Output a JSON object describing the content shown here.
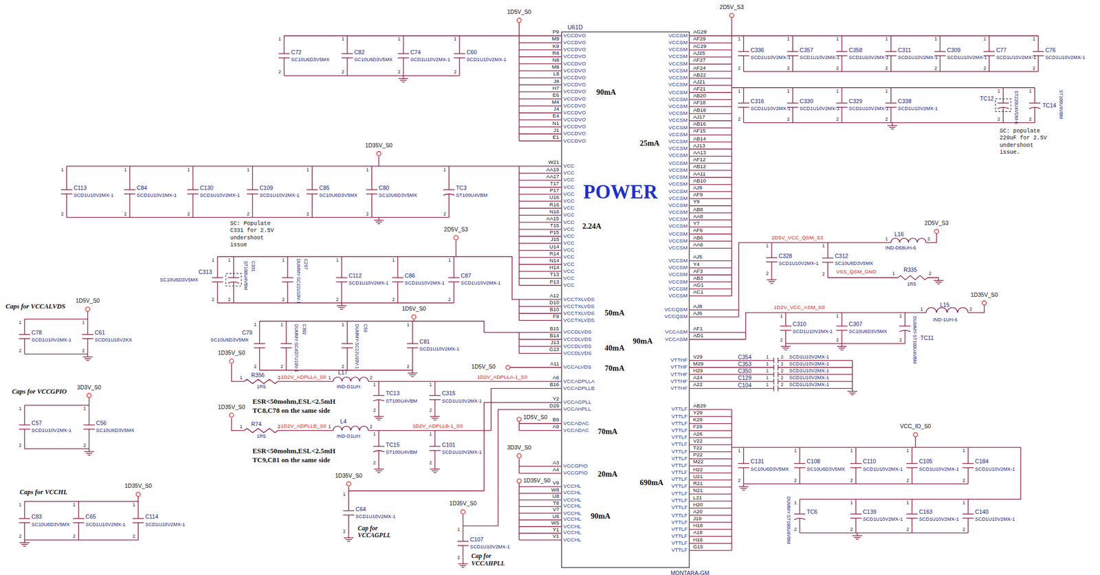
{
  "diagram": {
    "nodes": [
      {
        "text": [
          "U61D",
          "POWER",
          "MONTARA-GM"
        ]
      }
    ],
    "labels": [
      "1D5V_S0",
      "P9",
      "VCCDVO",
      "M9",
      "VCCDVO",
      "K9",
      "VCCDVO",
      "R8",
      "VCCDVO",
      "N8",
      "VCCDVO",
      "M8",
      "VCCDVO",
      "L8",
      "VCCDVO",
      "J8",
      "VCCDVO",
      "H7",
      "VCCDVO",
      "E6",
      "VCCDVO",
      "M4",
      "VCCDVO",
      "J4",
      "VCCDVO",
      "E4",
      "VCCDVO",
      "N1",
      "VCCDVO",
      "J1",
      "VCCDVO",
      "E1",
      "VCCDVO",
      "C72",
      "SC10U6D3V5MX",
      "1",
      "2",
      "C82",
      "SC10U6D3V5MX",
      "1",
      "2",
      "C74",
      "SCD1U10V2MX-1",
      "1",
      "2",
      "C60",
      "SCD1U10V2MX-1",
      "1",
      "2",
      "90mA",
      "1D35V_S0",
      "W21",
      "VCC",
      "AA19",
      "VCC",
      "AA17",
      "VCC",
      "T17",
      "VCC",
      "P17",
      "VCC",
      "U16",
      "VCC",
      "R16",
      "VCC",
      "N16",
      "VCC",
      "AA15",
      "VCC",
      "T15",
      "VCC",
      "P15",
      "VCC",
      "J15",
      "VCC",
      "U14",
      "VCC",
      "R14",
      "VCC",
      "N14",
      "VCC",
      "H14",
      "VCC",
      "T13",
      "VCC",
      "P13",
      "VCC",
      "C113",
      "SCD1U10V2MX-1",
      "1",
      "2",
      "C84",
      "SCD1U10V2MX-1",
      "1",
      "2",
      "C130",
      "SCD1U10V2MX-1",
      "1",
      "2",
      "C109",
      "SCD1U10V2MX-1",
      "1",
      "2",
      "C85",
      "SC10U6D3V5MX",
      "1",
      "2",
      "C80",
      "SC10U6D3V5MX",
      "1",
      "2",
      "TC3",
      "ST100U4VBM",
      "1",
      "2",
      "2.24A",
      "SC: Populate C331 for 2.5V undershoot issue",
      "2D5V_S3",
      "A12",
      "VCCTXLVDS",
      "D10",
      "VCCTXLVDS",
      "B10",
      "VCCTXLVDS",
      "F9",
      "VCCTXLVDS",
      "C313",
      "SC10U6D3V5MX",
      "1",
      "2",
      "C331",
      "ST100U4VBM",
      "1",
      "2",
      "C297",
      "DUMMY-SC22U10V-1",
      "1",
      "2",
      "C112",
      "SCD1U10V2MX-1",
      "1",
      "2",
      "C86",
      "SCD1U10V2MX-1",
      "1",
      "2",
      "C87",
      "SCD1U10V2MX-1",
      "1",
      "2",
      "50mA",
      "1D5V_S0",
      "B15",
      "VCCDLVDS",
      "B14",
      "VCCDLVDS",
      "J13",
      "VCCDLVDS",
      "G13",
      "VCCDLVDS",
      "C79",
      "SC10U6D3V5MX",
      "1",
      "2",
      "C302",
      "DUMMY-SC4D7U10V-1",
      "1",
      "2",
      "C59",
      "DUMMY-SC22U10V-1",
      "1",
      "2",
      "C81",
      "SCD1U10V2MX-1",
      "1",
      "2",
      "40mA",
      "1D5V_S0",
      "A11",
      "VCCALVDS",
      "70mA",
      "1D35V_S0",
      "R356",
      "1R5",
      "1",
      "2",
      "1D2V_ADPLLA_S0",
      "L17",
      "IND-D1UH",
      "1",
      "2",
      "1D2V_ADPLLA-1_S0",
      "A6",
      "VCCADPLLA",
      "B16",
      "VCCADPLLB",
      "TC13",
      "ST100U4VBM",
      "1",
      "2",
      "C315",
      "SCD1U10V2MX-1",
      "1",
      "2",
      "ESR<50mohm,ESL<2.5mH",
      "TC8,C78 on the same side",
      "1D35V_S0",
      "R74",
      "1R5",
      "1",
      "2",
      "1D2V_ADPLLB_S0",
      "L4",
      "IND-D1UH",
      "1",
      "2",
      "1D2V_ADPLLB-1_S0",
      "TC15",
      "ST100U4VBM",
      "1",
      "2",
      "C101",
      "SCD1U10V2MX-1",
      "1",
      "2",
      "ESR<50mohm,ESL<2.5mH",
      "TC9,C81 on the same side",
      "Y2",
      "VCCAGPLL",
      "D29",
      "VCCAHPLL",
      "1D35V_S0",
      "C64",
      "SCD1U10V2MX-1",
      "1",
      "2",
      "Cap for VCCAGPLL",
      "1D35V_S0",
      "C107",
      "SCD1U10V2MX-1",
      "1",
      "2",
      "Cap for VCCAHPLL",
      "1D5V_S0",
      "B9",
      "VCCADAC",
      "A9",
      "VCCADAC",
      "70mA",
      "3D3V_S0",
      "A3",
      "VCCGPIO",
      "A4",
      "VCCGPIO",
      "20mA",
      "1D35V_S0",
      "V9",
      "VCCHL",
      "W8",
      "VCCHL",
      "U8",
      "VCCHL",
      "T8",
      "VCCHL",
      "V7",
      "VCCHL",
      "U6",
      "VCCHL",
      "W5",
      "VCCHL",
      "Y1",
      "VCCHL",
      "V1",
      "VCCHL",
      "90mA",
      "Caps for VCCALVDS",
      "1D5V_S0",
      "C78",
      "SCD1U10V2MX-1",
      "1",
      "2",
      "C61",
      "SCD01U16V2KX",
      "1",
      "2",
      "Caps for VCCGPIO",
      "3D3V_S0",
      "C57",
      "SCD1U10V2MX-1",
      "1",
      "2",
      "C56",
      "SC10U6D3V5MX",
      "1",
      "2",
      "Caps for VCCHL",
      "1D35V_S0",
      "C83",
      "SC10U6D3V5MX",
      "1",
      "2",
      "C65",
      "SCD1U10V2MX-1",
      "1",
      "2",
      "C114",
      "SCD1U10V2MX-1",
      "1",
      "2",
      "2D5V_S3",
      "AG29",
      "VCCSM",
      "AF29",
      "VCCSM",
      "AC29",
      "VCCSM",
      "AJ25",
      "VCCSM",
      "AF27",
      "VCCSM",
      "AF24",
      "VCCSM",
      "AB22",
      "VCCSM",
      "AJ21",
      "VCCSM",
      "AF21",
      "VCCSM",
      "AB20",
      "VCCSM",
      "AF18",
      "VCCSM",
      "AB18",
      "VCCSM",
      "AJ17",
      "VCCSM",
      "AB16",
      "VCCSM",
      "AF15",
      "VCCSM",
      "AB14",
      "VCCSM",
      "AJ13",
      "VCCSM",
      "AA13",
      "VCCSM",
      "AF12",
      "VCCSM",
      "AB12",
      "VCCSM",
      "AA11",
      "VCCSM",
      "AB10",
      "VCCSM",
      "AJ9",
      "VCCSM",
      "AF9",
      "VCCSM",
      "Y9",
      "VCCSM",
      "AB8",
      "VCCSM",
      "AA8",
      "VCCSM",
      "Y7",
      "VCCSM",
      "AF6",
      "VCCSM",
      "AB6",
      "VCCSM",
      "AA6",
      "VCCSM",
      "AJ5",
      "VCCSM",
      "Y4",
      "VCCSM",
      "AF3",
      "VCCSM",
      "AB3",
      "VCCSM",
      "AG1",
      "VCCSM",
      "AC1",
      "VCCSM",
      "C336",
      "SCD1U10V2MX-1",
      "1",
      "2",
      "C357",
      "SCD1U10V2MX-1",
      "1",
      "2",
      "C358",
      "SCD1U10V2MX-1",
      "1",
      "2",
      "C311",
      "SCD1U10V2MX-1",
      "1",
      "2",
      "C309",
      "SCD1U10V2MX-1",
      "1",
      "2",
      "C77",
      "SCD1U10V2MX-1",
      "1",
      "2",
      "C76",
      "SCD1U10V2MX-1",
      "1",
      "2",
      "C316",
      "SCD1U10V2MX-1",
      "1",
      "2",
      "C330",
      "SCD1U10V2MX-1",
      "1",
      "2",
      "C329",
      "SCD1U10V2MX-1",
      "1",
      "2",
      "C338",
      "SCD1U10V2MX-1",
      "1",
      "2",
      "TC12",
      "ST220U4VDM-6",
      "1",
      "2",
      "TC14",
      "ST100U4VBM",
      "1",
      "2",
      "SC: populate 220uF for 2.5V undershoot issue.",
      "25mA",
      "AJ8",
      "VCCQSM",
      "AJ6",
      "VCCQSM",
      "2D5V_VCC_QSM_S3",
      "L16",
      "IND-D68UH-6",
      "1",
      "2",
      "2D5V_S3",
      "C328",
      "SCD1U10V2MX-1",
      "1",
      "2",
      "C312",
      "SC10U6D3V5MX",
      "1",
      "2",
      "VSS_QSM_GND",
      "R335",
      "1R5",
      "1",
      "2",
      "90mA",
      "AF1",
      "VCCASM",
      "AD1",
      "VCCASM",
      "1D2V_VCC_ASM_S0",
      "L15",
      "IND-1UH-6",
      "1",
      "2",
      "1D35V_S0",
      "C310",
      "SCD1U10V2MX-1",
      "1",
      "2",
      "C307",
      "SC10U6D3V5MX",
      "1",
      "2",
      "TC11",
      "DUMMY-ST100U4VBM",
      "1",
      "2",
      "V29",
      "VTTHF",
      "M29",
      "VTTHF",
      "H29",
      "VTTHF",
      "A24",
      "VTTHF",
      "A22",
      "VTTHF",
      "C354",
      "SCD1U10V2MX-1",
      "1",
      "2",
      "C353",
      "SCD1U10V2MX-1",
      "1",
      "2",
      "C350",
      "SCD1U10V2MX-1",
      "1",
      "2",
      "C129",
      "SCD1U10V2MX-1",
      "1",
      "2",
      "C104",
      "SCD1U10V2MX-1",
      "1",
      "2",
      "690mA",
      "AB29",
      "VTTLF",
      "Y29",
      "VTTLF",
      "K29",
      "VTTLF",
      "F29",
      "VTTLF",
      "A26",
      "VTTLF",
      "V22",
      "VTTLF",
      "T22",
      "VTTLF",
      "P22",
      "VTTLF",
      "M22",
      "VTTLF",
      "H22",
      "VTTLF",
      "U21",
      "VTTLF",
      "R21",
      "VTTLF",
      "N21",
      "VTTLF",
      "L21",
      "VTTLF",
      "H20",
      "VTTLF",
      "A20",
      "VTTLF",
      "J19",
      "VTTLF",
      "H18",
      "VTTLF",
      "A18",
      "VTTLF",
      "H16",
      "VTTLF",
      "G15",
      "VTTLF",
      "VCC_IO_S0",
      "C131",
      "SC10U6D3V5MX",
      "1",
      "2",
      "C108",
      "SC10U6D3V5MX",
      "1",
      "2",
      "C110",
      "SCD1U10V2MX-1",
      "1",
      "2",
      "C105",
      "SCD1U10V2MX-1",
      "1",
      "2",
      "C184",
      "SCD1U10V2MX-1",
      "1",
      "2",
      "TC6",
      "DUMMY-ST100U4VBM",
      "1",
      "2",
      "C139",
      "SCD1U10V2MX-1",
      "1",
      "2",
      "C163",
      "SCD1U10V2MX-1",
      "1",
      "2",
      "C140",
      "SCD1U10V2MX-1",
      "1",
      "2"
    ]
  }
}
